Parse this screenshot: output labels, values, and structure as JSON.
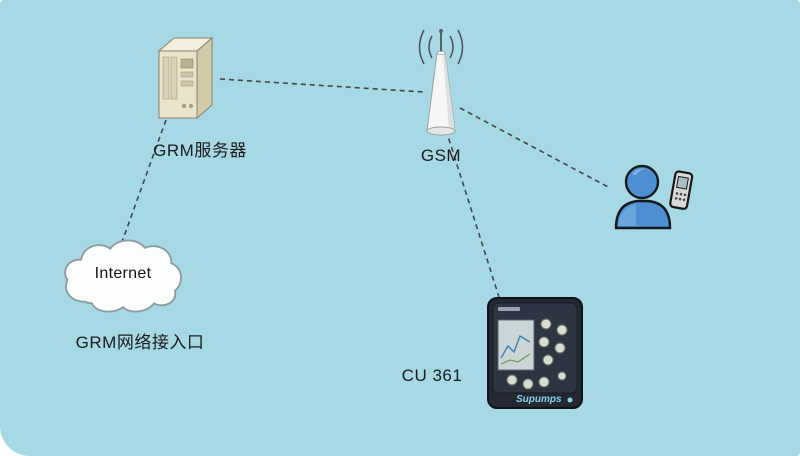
{
  "canvas": {
    "background": "#a6d8e6"
  },
  "nodes": {
    "server": {
      "label": "GRM服务器"
    },
    "gsm": {
      "label": "GSM"
    },
    "internet": {
      "label": "Internet",
      "caption": "GRM网络接入口"
    },
    "cu361": {
      "label": "CU 361",
      "brand": "Supumps"
    },
    "mobile_user": {}
  },
  "edges": [
    {
      "from": "server",
      "to": "gsm"
    },
    {
      "from": "server",
      "to": "internet"
    },
    {
      "from": "gsm",
      "to": "mobile_user"
    },
    {
      "from": "gsm",
      "to": "cu361"
    }
  ],
  "style": {
    "line_color": "#474747",
    "line_dash": "5 4",
    "person_color": "#4d8fd1",
    "brand_color": "#86d4ec"
  }
}
